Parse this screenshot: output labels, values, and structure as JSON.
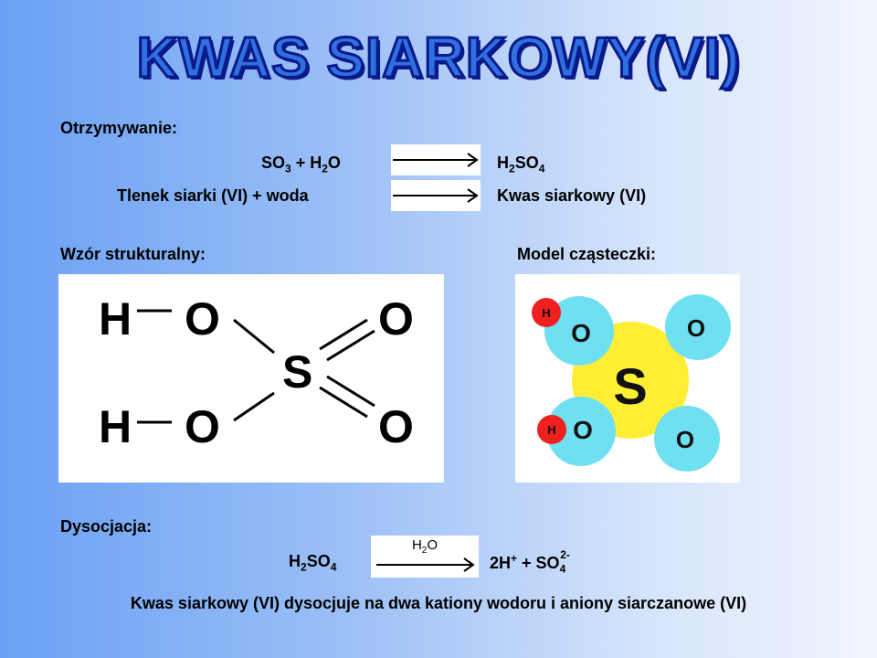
{
  "title": "KWAS SIARKOWY(VI)",
  "obtaining": {
    "label": "Otrzymywanie:",
    "eq1": {
      "left": {
        "t1": "SO",
        "s1": "3",
        "t2": " + H",
        "s2": "2",
        "t3": "O"
      },
      "right": {
        "t1": "H",
        "s1": "2",
        "t2": "SO",
        "s2": "4"
      }
    },
    "eq2": {
      "left": "Tlenek siarki (VI) + woda",
      "right": "Kwas siarkowy (VI)"
    }
  },
  "structural": {
    "label": "Wzór strukturalny:",
    "atoms": {
      "h1": "H",
      "o1": "O",
      "o2": "O",
      "s": "S",
      "h2": "H",
      "o3": "O",
      "o4": "O"
    }
  },
  "model": {
    "label": "Model cząsteczki:",
    "atoms": {
      "h1": "H",
      "o1": "O",
      "o2": "O",
      "s": "S",
      "h2": "H",
      "o3": "O",
      "o4": "O"
    },
    "colors": {
      "sulfur": "#ffee33",
      "oxygen": "#6fe0f2",
      "hydrogen": "#ee2020"
    }
  },
  "dissociation": {
    "label": "Dysocjacja:",
    "over_arrow": {
      "t1": "H",
      "s1": "2",
      "t2": "O"
    },
    "left": {
      "t1": "H",
      "s1": "2",
      "t2": "SO",
      "s2": "4"
    },
    "right": {
      "t1": "2H",
      "p1": "+",
      "t2": " + SO",
      "s2": "4",
      "p2": "2-"
    },
    "description": "Kwas siarkowy (VI) dysocjuje na dwa kationy wodoru i aniony siarczanowe (VI)"
  }
}
